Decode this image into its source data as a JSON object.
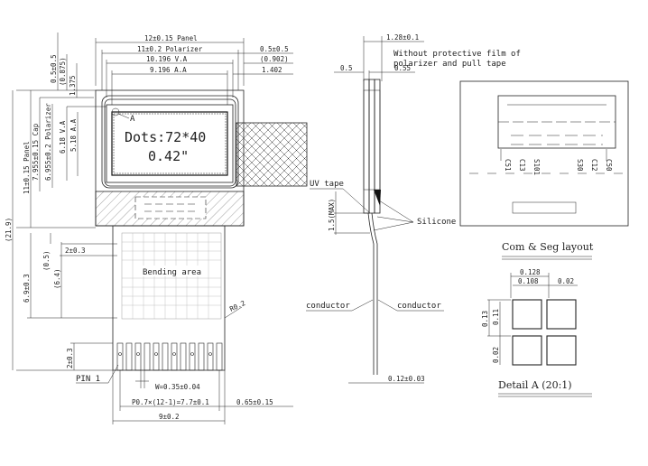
{
  "front_view": {
    "dots": "Dots:72*40",
    "size": "0.42\"",
    "callout_a": "A",
    "bending_area": "Bending area",
    "pin1": "PIN 1",
    "dims": {
      "panel_w": "12±0.15 Panel",
      "polarizer_w": "11±0.2 Polarizer",
      "va_w": "10.196 V.A",
      "aa_w": "9.196 A.A",
      "right_05": "0.5±0.5",
      "right_0902": "(0.902)",
      "right_1402": "1.402",
      "left_05": "0.5±0.5",
      "left_0875": "(0.875)",
      "left_1375": "1.375",
      "panel_h": "11±0.15 Panel",
      "cap_h": "7.955±0.15 Cap",
      "pol_h": "6.955±0.2 Polarizer",
      "va_h": "6.18 V.A",
      "aa_h": "5.18 A.A",
      "total": "(21.9)",
      "fpc_h": "6.9±0.3",
      "d05": "(0.5)",
      "d64": "(6.4)",
      "d2a": "2±0.3",
      "d2b": "2±0.3",
      "r02": "R0.2",
      "w": "W=0.35±0.04",
      "pitch": "P0.7×(12-1)=7.7±0.1",
      "edge": "0.65±0.15",
      "fpc_w": "9±0.2"
    }
  },
  "side_view": {
    "note_line1": "Without protective film of",
    "note_line2": "polarizer and pull tape",
    "d128": "1.28±0.1",
    "d05": "0.5",
    "d055": "0.55",
    "d15": "1.5(MAX)",
    "uv_tape": "UV tape",
    "silicone": "Silicone",
    "conductor_left": "conductor",
    "conductor_right": "conductor",
    "d012": "0.12±0.03"
  },
  "com_seg": {
    "labels": [
      "C51",
      "C13",
      "S101",
      "S30",
      "C12",
      "C50"
    ],
    "caption": "Com & Seg layout"
  },
  "detail": {
    "d0128": "0.128",
    "d0108": "0.108",
    "d002a": "0.02",
    "d013": "0.13",
    "d011": "0.11",
    "d002b": "0.02",
    "caption": "Detail A (20:1)"
  }
}
